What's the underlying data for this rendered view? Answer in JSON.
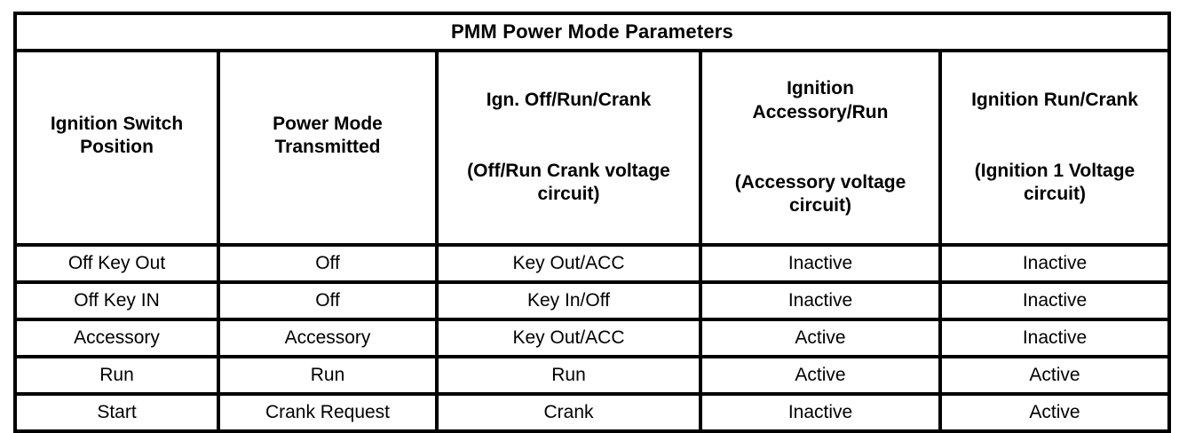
{
  "table": {
    "title": "PMM Power Mode Parameters",
    "columns": [
      {
        "label": "Ignition Switch\nPosition",
        "sub": ""
      },
      {
        "label": "Power Mode\nTransmitted",
        "sub": ""
      },
      {
        "label": "Ign. Off/Run/Crank",
        "sub": "(Off/Run Crank voltage\ncircuit)"
      },
      {
        "label": "Ignition\nAccessory/Run",
        "sub": "(Accessory voltage\ncircuit)"
      },
      {
        "label": "Ignition Run/Crank",
        "sub": "(Ignition 1 Voltage\ncircuit)"
      }
    ],
    "rows": [
      [
        "Off Key Out",
        "Off",
        "Key Out/ACC",
        "Inactive",
        "Inactive"
      ],
      [
        "Off Key IN",
        "Off",
        "Key In/Off",
        "Inactive",
        "Inactive"
      ],
      [
        "Accessory",
        "Accessory",
        "Key Out/ACC",
        "Active",
        "Inactive"
      ],
      [
        "Run",
        "Run",
        "Run",
        "Active",
        "Active"
      ],
      [
        "Start",
        "Crank Request",
        "Crank",
        "Inactive",
        "Active"
      ]
    ],
    "colors": {
      "border": "#000000",
      "text": "#000000",
      "background": "#ffffff"
    }
  }
}
